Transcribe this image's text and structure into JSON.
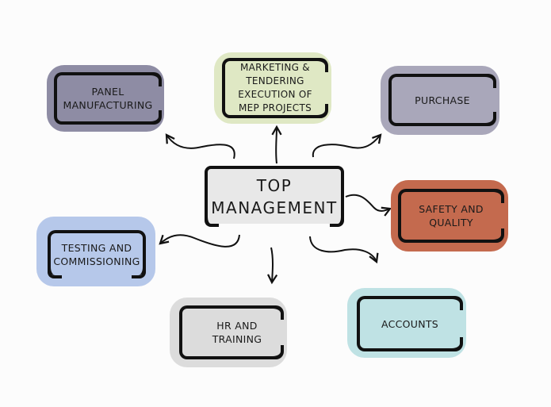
{
  "diagram": {
    "center": {
      "label_line1": "TOP",
      "label_line2": "MANAGEMENT",
      "color": "#e8e8e8"
    },
    "nodes": [
      {
        "id": "panel-manufacturing",
        "lines": [
          "PANEL",
          "MANUFACTURING"
        ],
        "color": "#8e8ca4"
      },
      {
        "id": "marketing-tendering",
        "lines": [
          "MARKETING &",
          "TENDERING",
          "EXECUTION OF",
          "MEP PROJECTS"
        ],
        "color": "#dfe8c4"
      },
      {
        "id": "purchase",
        "lines": [
          "PURCHASE"
        ],
        "color": "#a9a7ba"
      },
      {
        "id": "safety-quality",
        "lines": [
          "SAFETY AND",
          "QUALITY"
        ],
        "color": "#c46a4e"
      },
      {
        "id": "testing-commissioning",
        "lines": [
          "TESTING AND",
          "COMMISSIONING"
        ],
        "color": "#b6c8ea"
      },
      {
        "id": "hr-training",
        "lines": [
          "HR AND TRAINING"
        ],
        "color": "#dcdcdc"
      },
      {
        "id": "accounts",
        "lines": [
          "ACCOUNTS"
        ],
        "color": "#bfe2e4"
      }
    ],
    "edges": [
      {
        "from": "top-management",
        "to": "panel-manufacturing"
      },
      {
        "from": "top-management",
        "to": "marketing-tendering"
      },
      {
        "from": "top-management",
        "to": "purchase"
      },
      {
        "from": "top-management",
        "to": "safety-quality"
      },
      {
        "from": "top-management",
        "to": "testing-commissioning"
      },
      {
        "from": "top-management",
        "to": "hr-training"
      },
      {
        "from": "top-management",
        "to": "accounts"
      }
    ]
  }
}
